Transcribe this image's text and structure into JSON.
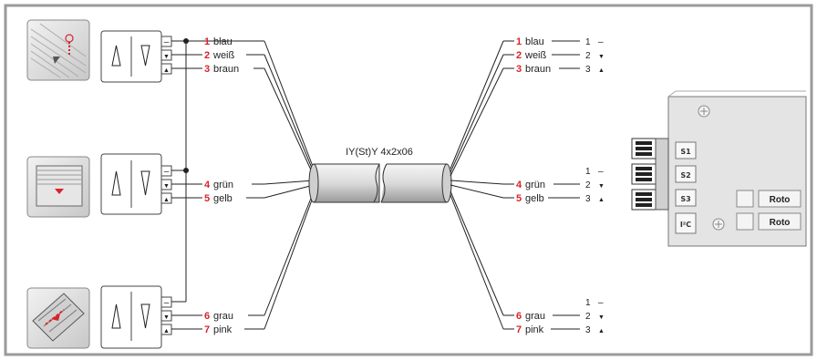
{
  "cable_label": "IY(St)Y 4x2x06",
  "wires_left": [
    {
      "num": "1",
      "name": "blau"
    },
    {
      "num": "2",
      "name": "weiß"
    },
    {
      "num": "3",
      "name": "braun"
    },
    {
      "num": "4",
      "name": "grün"
    },
    {
      "num": "5",
      "name": "gelb"
    },
    {
      "num": "6",
      "name": "grau"
    },
    {
      "num": "7",
      "name": "pink"
    }
  ],
  "terminals": {
    "t1": "1",
    "t2": "2",
    "t3": "3",
    "minus": "–",
    "down": "▼",
    "up": "▲"
  },
  "controller": {
    "slots": [
      "S1",
      "S2",
      "S3",
      "I²C"
    ],
    "brand": [
      "Roto",
      "Roto"
    ]
  },
  "switch_symbols": {
    "up": "△",
    "down": "▽"
  }
}
